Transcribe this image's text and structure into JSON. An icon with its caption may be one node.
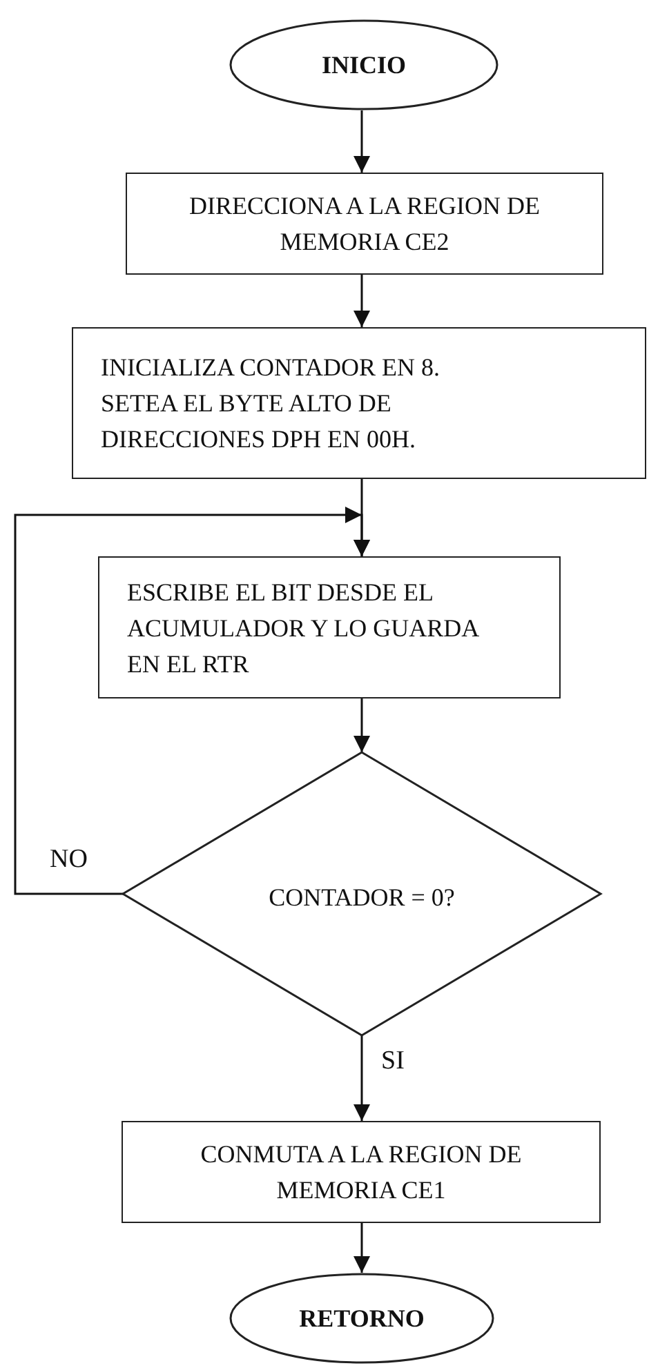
{
  "diagram": {
    "nodes": [
      {
        "text": [
          "INICIO"
        ]
      },
      {
        "text": [
          "DIRECCIONA A LA REGION DE MEMORIA CE2"
        ]
      },
      {
        "text": [
          "INICIALIZA CONTADOR EN 8. SETEA EL BYTE ALTO DE DIRECCIONES DPH EN 00H."
        ]
      },
      {
        "text": [
          "ESCRIBE EL BIT DESDE EL ACUMULADOR Y LO GUARDA EN EL RTR"
        ]
      },
      {
        "text": [
          "CONTADOR = 0?"
        ]
      },
      {
        "text": [
          "CONMUTA A LA REGION DE MEMORIA CE1"
        ]
      },
      {
        "text": [
          "RETORNO"
        ]
      }
    ],
    "edges": [
      {
        "from": 0,
        "to": 1,
        "arrow": "to"
      },
      {
        "from": 1,
        "to": 2,
        "arrow": "to"
      },
      {
        "from": 2,
        "to": 3,
        "arrow": "to"
      },
      {
        "from": 3,
        "to": 4,
        "arrow": "to"
      },
      {
        "from": 4,
        "to": 3,
        "arrow": "to",
        "label": "NO"
      },
      {
        "from": 4,
        "to": 5,
        "arrow": "to",
        "label": "SI"
      },
      {
        "from": 5,
        "to": 6,
        "arrow": "to"
      }
    ]
  }
}
